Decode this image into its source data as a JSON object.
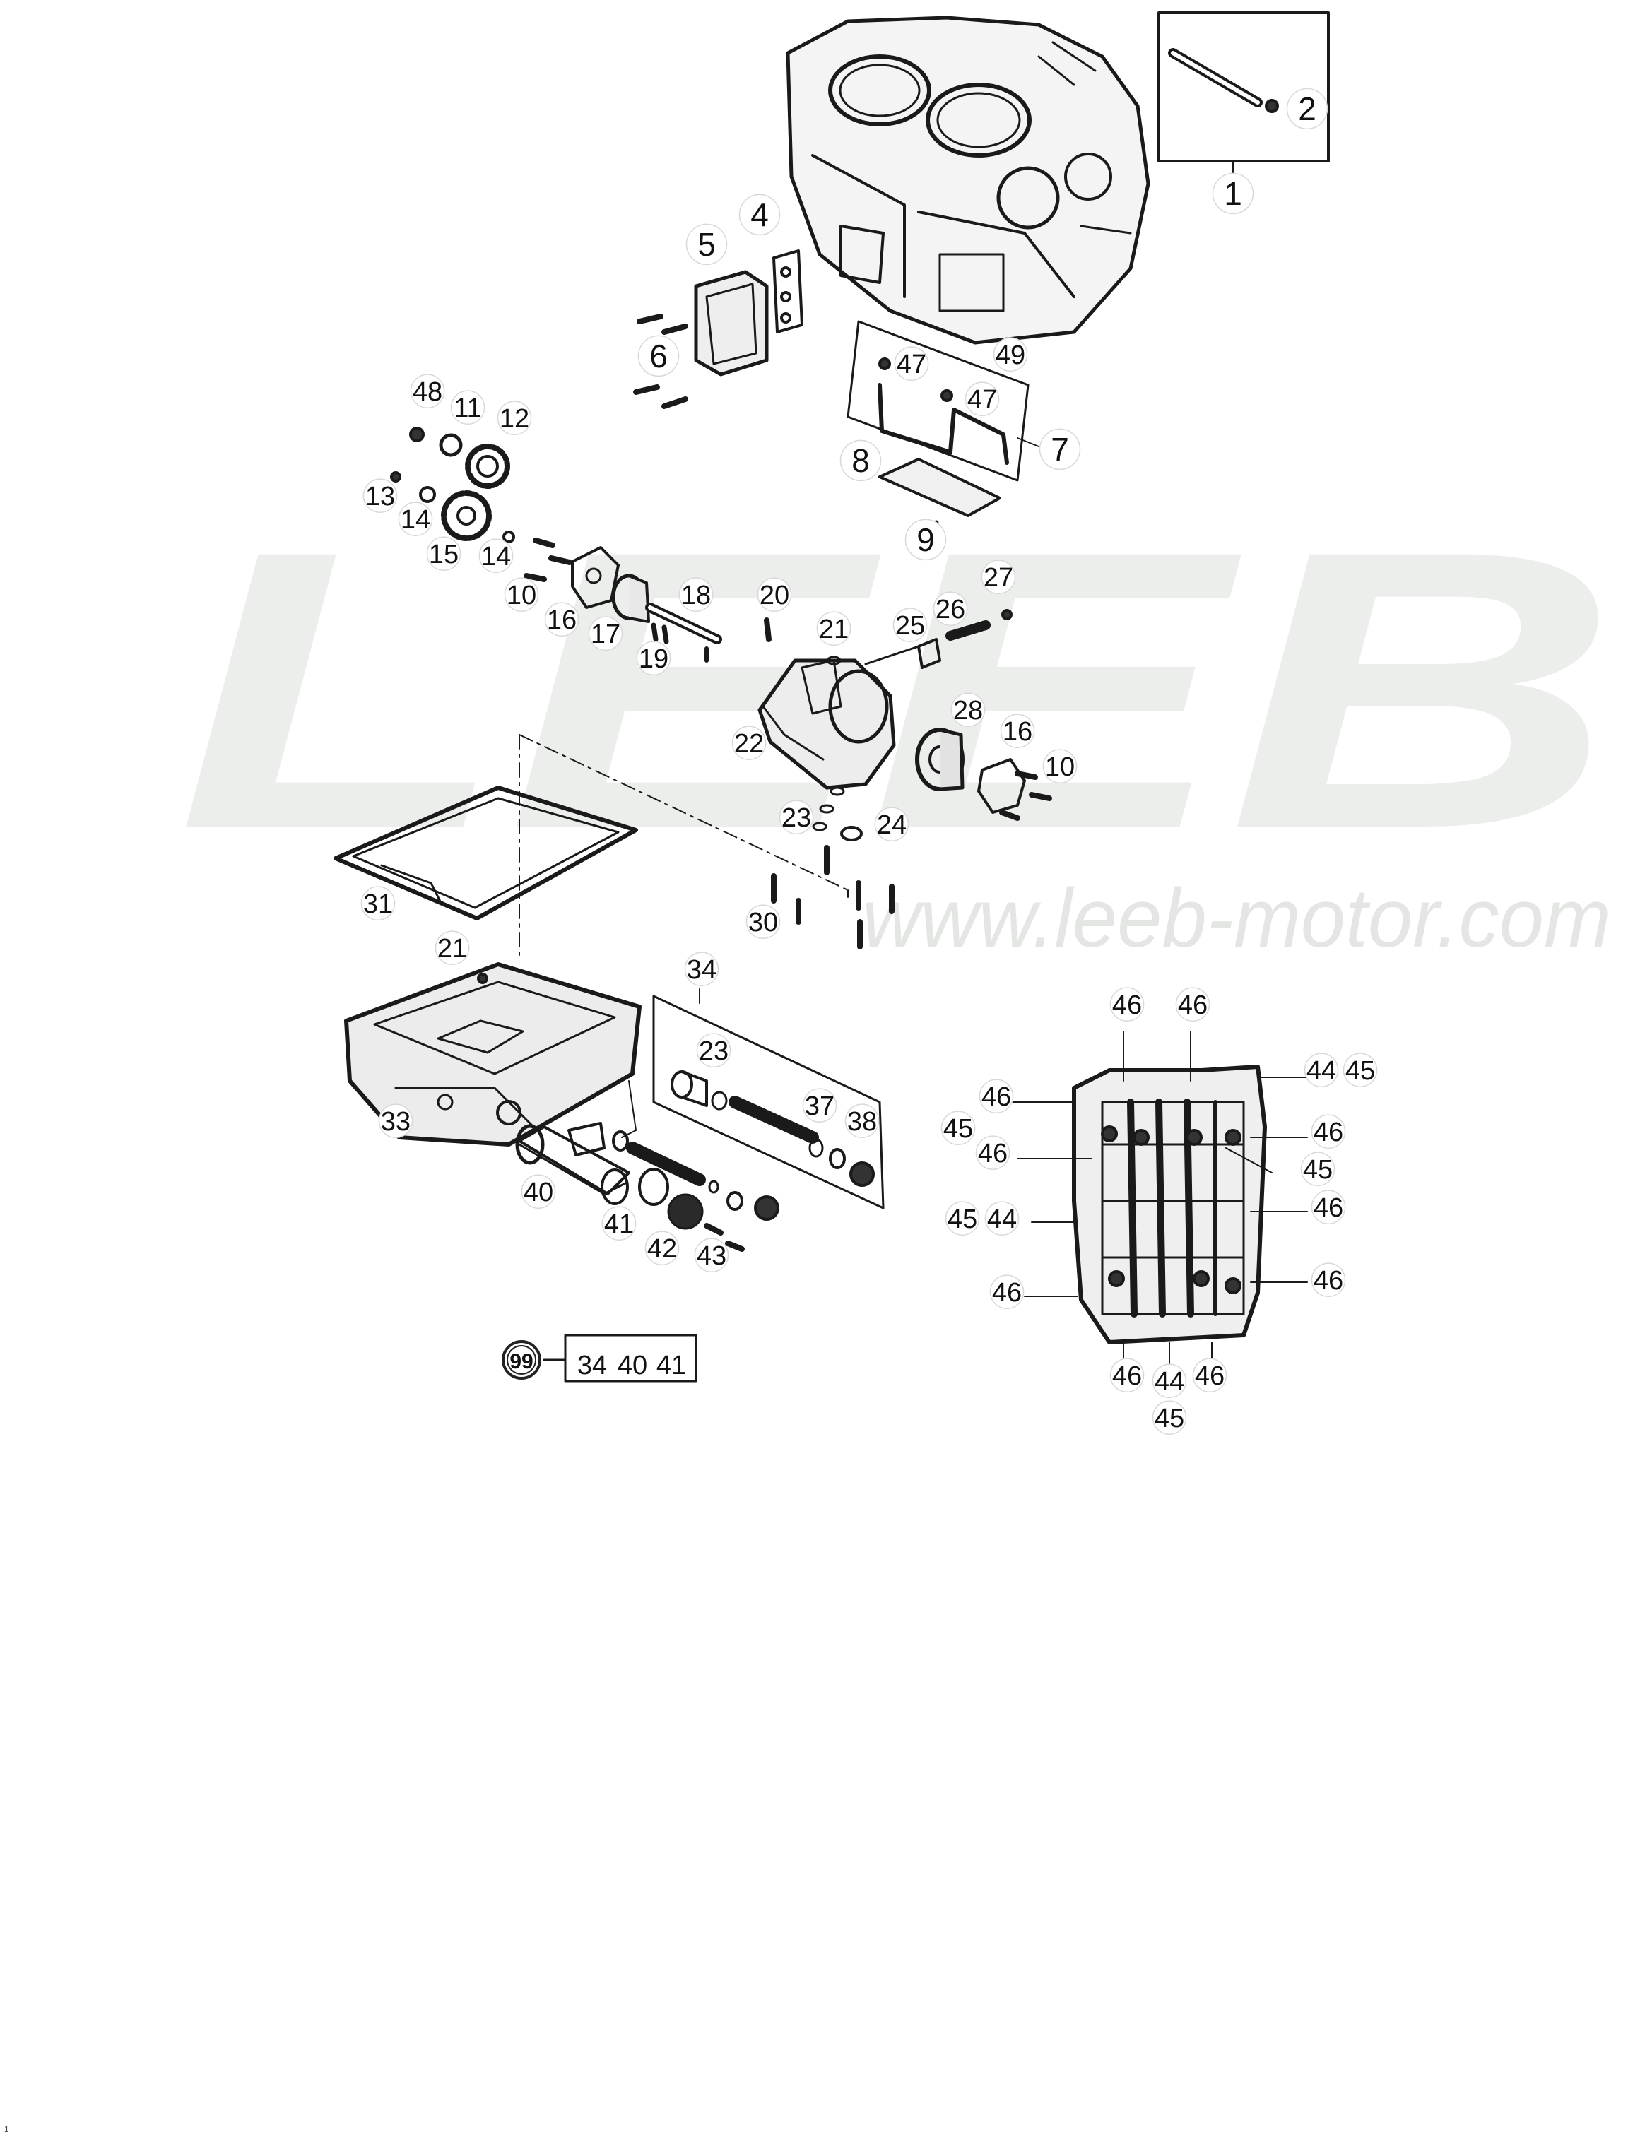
{
  "watermark": {
    "logo_text": "LEEB",
    "url_text": "www.leeb-motor.com",
    "logo_color": "#ebeeeb",
    "url_color": "#e6e9e6"
  },
  "kit": {
    "badge": "99",
    "items": [
      "34",
      "40",
      "41"
    ]
  },
  "footer_mark": "1",
  "callouts": [
    {
      "id": "c1",
      "label": "1"
    },
    {
      "id": "c2",
      "label": "2"
    },
    {
      "id": "c4",
      "label": "4"
    },
    {
      "id": "c5",
      "label": "5"
    },
    {
      "id": "c6",
      "label": "6"
    },
    {
      "id": "c7",
      "label": "7"
    },
    {
      "id": "c8",
      "label": "8"
    },
    {
      "id": "c9",
      "label": "9"
    },
    {
      "id": "c10a",
      "label": "10"
    },
    {
      "id": "c10b",
      "label": "10"
    },
    {
      "id": "c11",
      "label": "11"
    },
    {
      "id": "c12",
      "label": "12"
    },
    {
      "id": "c13",
      "label": "13"
    },
    {
      "id": "c14a",
      "label": "14"
    },
    {
      "id": "c14b",
      "label": "14"
    },
    {
      "id": "c15",
      "label": "15"
    },
    {
      "id": "c16a",
      "label": "16"
    },
    {
      "id": "c16b",
      "label": "16"
    },
    {
      "id": "c17",
      "label": "17"
    },
    {
      "id": "c18",
      "label": "18"
    },
    {
      "id": "c19",
      "label": "19"
    },
    {
      "id": "c20",
      "label": "20"
    },
    {
      "id": "c21a",
      "label": "21"
    },
    {
      "id": "c21b",
      "label": "21"
    },
    {
      "id": "c22",
      "label": "22"
    },
    {
      "id": "c23a",
      "label": "23"
    },
    {
      "id": "c23b",
      "label": "23"
    },
    {
      "id": "c24",
      "label": "24"
    },
    {
      "id": "c25",
      "label": "25"
    },
    {
      "id": "c26",
      "label": "26"
    },
    {
      "id": "c27",
      "label": "27"
    },
    {
      "id": "c28",
      "label": "28"
    },
    {
      "id": "c30",
      "label": "30"
    },
    {
      "id": "c31",
      "label": "31"
    },
    {
      "id": "c33",
      "label": "33"
    },
    {
      "id": "c34",
      "label": "34"
    },
    {
      "id": "c37",
      "label": "37"
    },
    {
      "id": "c38",
      "label": "38"
    },
    {
      "id": "c40",
      "label": "40"
    },
    {
      "id": "c41",
      "label": "41"
    },
    {
      "id": "c42",
      "label": "42"
    },
    {
      "id": "c43",
      "label": "43"
    },
    {
      "id": "c47a",
      "label": "47"
    },
    {
      "id": "c47b",
      "label": "47"
    },
    {
      "id": "c48",
      "label": "48"
    },
    {
      "id": "c49",
      "label": "49"
    },
    {
      "id": "t46a",
      "label": "46"
    },
    {
      "id": "t46b",
      "label": "46"
    },
    {
      "id": "t4445",
      "label": "44"
    },
    {
      "id": "t4445b",
      "label": "45"
    },
    {
      "id": "t46c",
      "label": "46"
    },
    {
      "id": "t45a",
      "label": "45"
    },
    {
      "id": "t46d",
      "label": "46"
    },
    {
      "id": "t46e",
      "label": "46"
    },
    {
      "id": "t45b",
      "label": "45"
    },
    {
      "id": "t46f",
      "label": "46"
    },
    {
      "id": "t45c",
      "label": "45"
    },
    {
      "id": "t44a",
      "label": "44"
    },
    {
      "id": "t46g",
      "label": "46"
    },
    {
      "id": "t46h",
      "label": "46"
    },
    {
      "id": "t46i",
      "label": "46"
    },
    {
      "id": "t44b",
      "label": "44"
    },
    {
      "id": "t46j",
      "label": "46"
    },
    {
      "id": "t45d",
      "label": "45"
    }
  ]
}
